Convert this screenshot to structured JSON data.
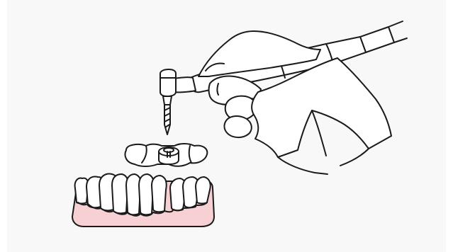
{
  "illustration": {
    "elements": [
      "dental-handpiece",
      "implant-drill-bit",
      "hand",
      "implant-guide-template",
      "lower-denture"
    ]
  },
  "colors": {
    "background": "#f8f8f8",
    "outline": "#1a1a1a",
    "gum": "#f7d0d3",
    "tooth": "#ffffff"
  }
}
